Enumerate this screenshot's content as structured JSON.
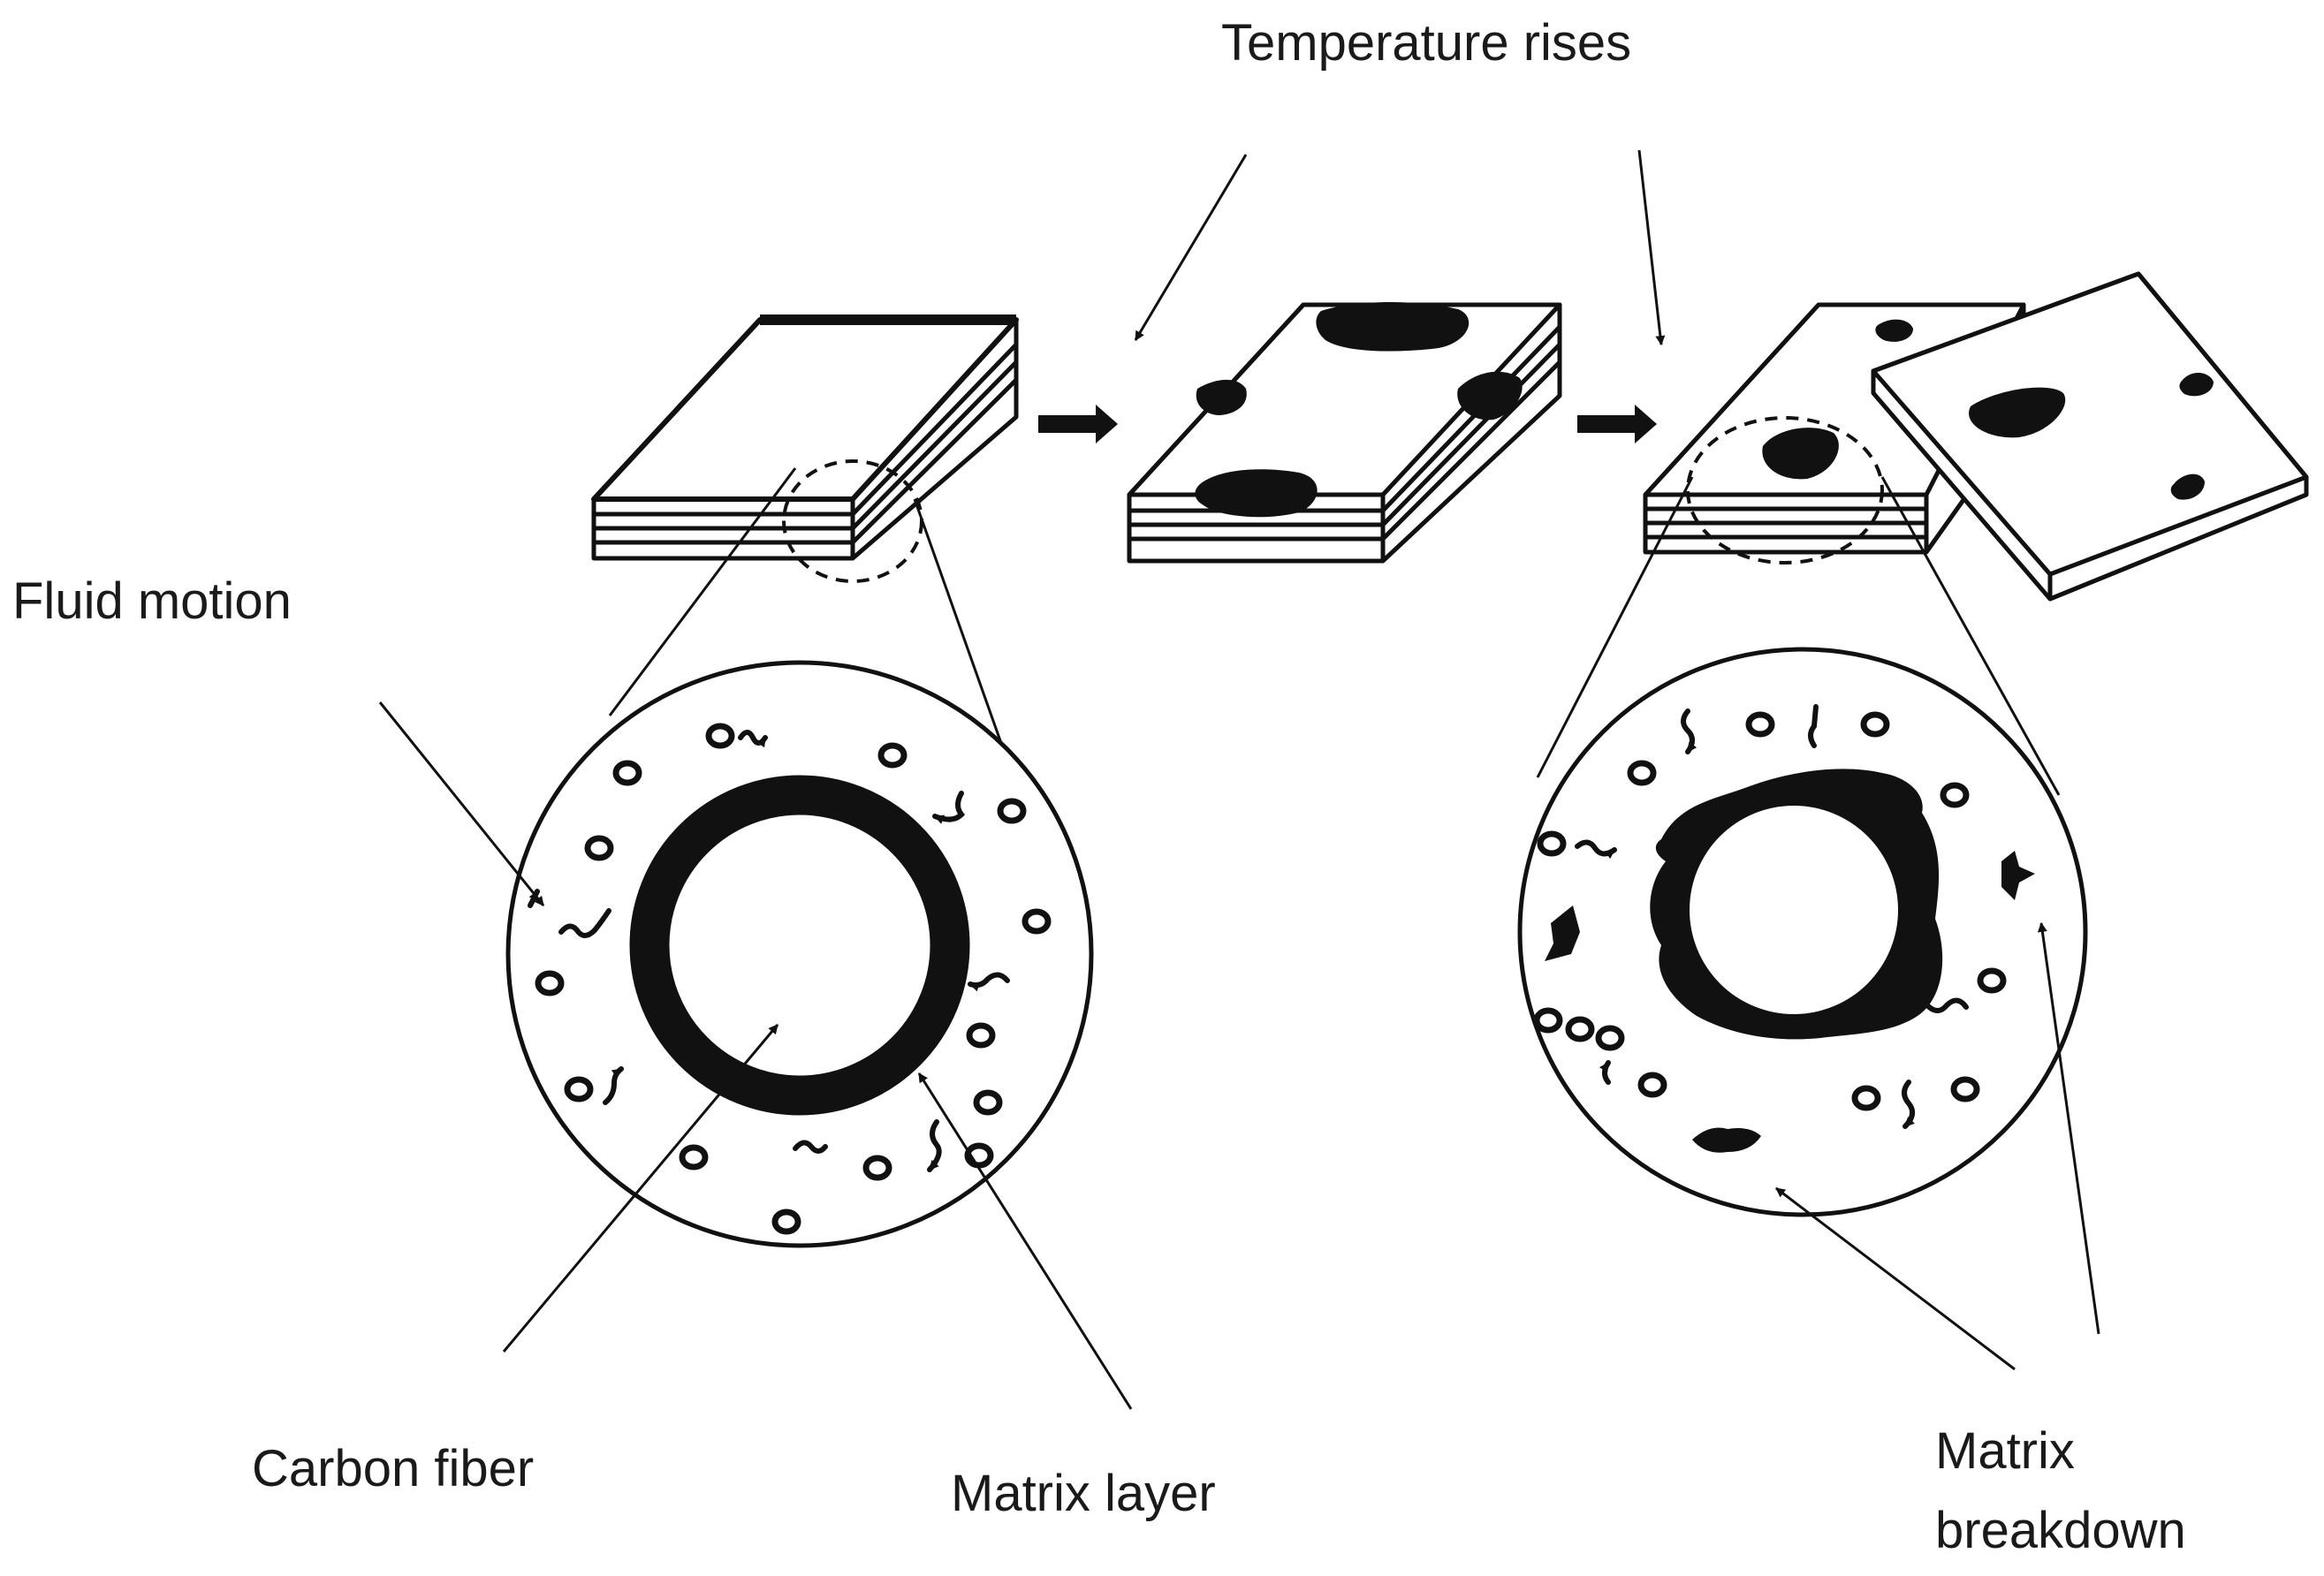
{
  "labels": {
    "temperature": "Temperature rises",
    "fluid_motion": "Fluid motion",
    "carbon_fiber": "Carbon fiber",
    "matrix_layer": "Matrix layer",
    "matrix_breakdown_line1": "Matrix",
    "matrix_breakdown_line2": "breakdown"
  },
  "colors": {
    "ink": "#111111",
    "background": "#ffffff"
  }
}
